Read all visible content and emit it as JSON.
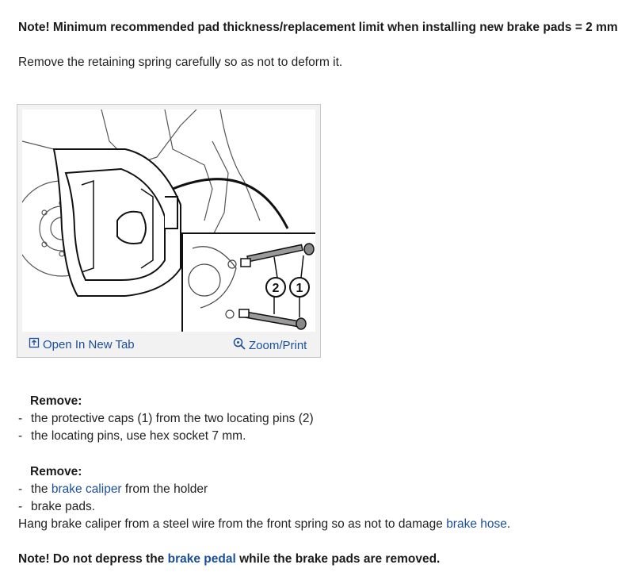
{
  "note1": "Note! Minimum recommended pad thickness/replacement limit when installing new brake pads = 2 mm.",
  "step_remove_spring": "Remove the retaining spring carefully so as not to deform it.",
  "figure": {
    "callout_1": "1",
    "callout_2": "2",
    "open_tab_label": "Open In New Tab",
    "zoom_label": "Zoom/Print",
    "open_icon": "open-new-tab-icon",
    "zoom_icon": "magnifier-icon"
  },
  "section1": {
    "heading": "Remove:",
    "items": [
      "the protective caps (1) from the two locating pins (2)",
      "the locating pins, use hex socket 7 mm."
    ]
  },
  "section2": {
    "heading": "Remove:",
    "item1_prefix": "the ",
    "item1_link": "brake caliper",
    "item1_suffix": " from the holder",
    "item2": "brake pads."
  },
  "hang": {
    "prefix": "Hang brake caliper from a steel wire from the front spring so as not to damage ",
    "link": "brake hose",
    "suffix": "."
  },
  "note2": {
    "prefix": "Note! Do not depress the ",
    "link": "brake pedal",
    "suffix": " while the brake pads are removed."
  },
  "colors": {
    "link": "#1b4f9c",
    "text": "#222222"
  }
}
